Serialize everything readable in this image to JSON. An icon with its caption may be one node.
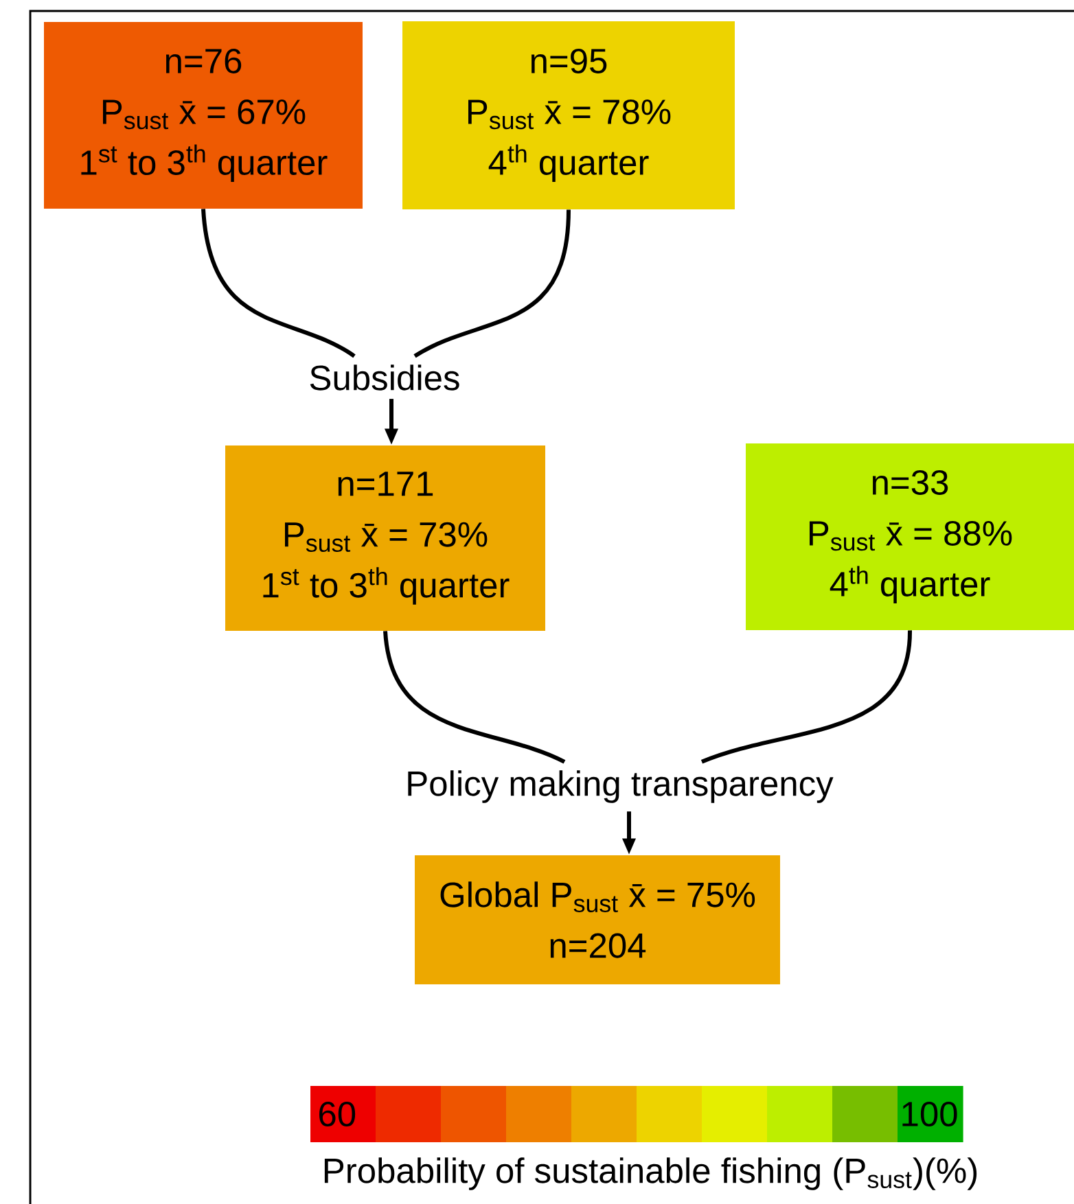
{
  "diagram": {
    "nodes": [
      {
        "text": [
          "n=76",
          "P$_{sust}$ x̄ = 67%",
          "1$^{st}$ to 3$^{th}$ quarter"
        ]
      },
      {
        "text": [
          "n=95",
          "P$_{sust}$ x̄ = 78%",
          "4$^{th}$ quarter"
        ]
      },
      {
        "text": [
          "Subsidies"
        ]
      },
      {
        "text": [
          "n=171",
          "P$_{sust}$ x̄ = 73%",
          "1$^{st}$ to 3$^{th}$ quarter"
        ]
      },
      {
        "text": [
          "n=33",
          "P$_{sust}$ x̄ = 88%",
          "4$^{th}$ quarter"
        ]
      },
      {
        "text": [
          "Policy making transparency"
        ]
      },
      {
        "text": [
          "Global P$_{sust}$ x̄ = 75%",
          "n=204"
        ]
      }
    ],
    "edges": [
      {
        "from": 0,
        "to": 2,
        "arrow": "none"
      },
      {
        "from": 1,
        "to": 2,
        "arrow": "none"
      },
      {
        "from": 2,
        "to": 3,
        "arrow": "to"
      },
      {
        "from": 3,
        "to": 5,
        "arrow": "none"
      },
      {
        "from": 4,
        "to": 5,
        "arrow": "none"
      },
      {
        "from": 5,
        "to": 6,
        "arrow": "to"
      }
    ],
    "labels": [
      "60",
      "100",
      "Probability of sustainable fishing (P$_{sust}$)(%)"
    ]
  }
}
